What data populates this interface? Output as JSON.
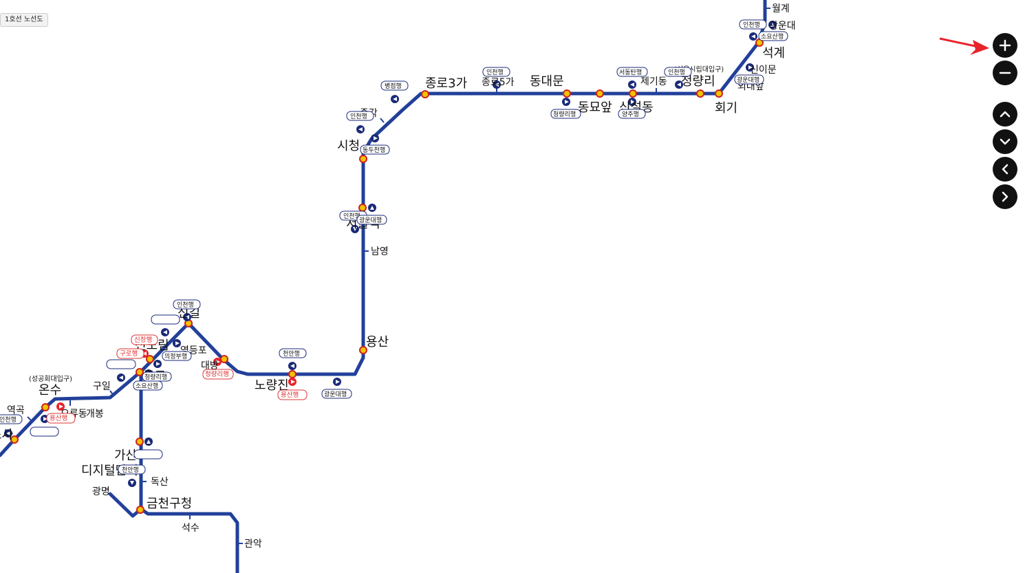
{
  "title_button": "1호선 노선도",
  "controls": {
    "zoom_in": "zoom-in-icon",
    "zoom_out": "zoom-out-icon",
    "up": "up-icon",
    "down": "down-icon",
    "left": "left-icon",
    "right": "right-icon"
  },
  "colors": {
    "line": "#22409a",
    "arrow": "#e8232a",
    "control": "#111111"
  },
  "stations": {
    "wolgye": "월계",
    "gwangun": "광운대",
    "seokgye": "석계",
    "sinimun": "신이문",
    "oedae": "외대앞",
    "hoegi": "회기",
    "cheongnyangni": "청량리",
    "cheongnyangni_sub": "(서울시립대입구)",
    "jegi": "제기동",
    "sinseol": "신설동",
    "dongmyo": "동묘앞",
    "dongdaemun": "동대문",
    "jongno5": "종로5가",
    "jongno3": "종로3가",
    "jonggak": "종각",
    "cityhall": "시청",
    "seoul": "서울역",
    "namyeong": "남영",
    "yongsan": "용산",
    "noryangjin": "노량진",
    "daebang": "대방",
    "singil": "신길",
    "yeongdeungpo": "영등포",
    "sindorim": "신도림",
    "guro": "구로",
    "guil": "구일",
    "gaebong": "개봉",
    "oryu": "오류동",
    "onsu": "온수",
    "onsu_sub": "(성공회대입구)",
    "yeokgok": "역곡",
    "so": "소사",
    "gasan": "가산",
    "digital": "디지털단지",
    "doksan": "독산",
    "gwangmyeong": "광명",
    "geumcheon": "금천구청",
    "seoksu": "석수",
    "gwanak": "관악"
  },
  "labels": {
    "incheon": "인천행",
    "soyosan": "소요산행",
    "gwangundae_dir": "광운대행",
    "byeongjeom": "병점행",
    "dongducheon": "동두천행",
    "cheongnyangni_dir": "청량리행",
    "seodongtan": "서동탄행",
    "yangju": "양주행",
    "cheonan": "천안행",
    "uijeongbu": "의정부행",
    "yongsan_dir": "용산행",
    "sinchang": "신창행",
    "guro_dir": "구로행"
  }
}
